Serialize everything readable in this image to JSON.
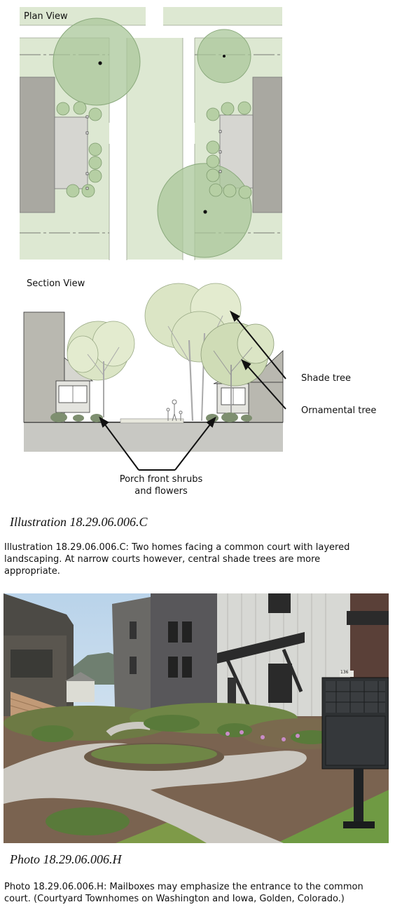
{
  "plan": {
    "title": "Plan View"
  },
  "section": {
    "title": "Section View",
    "labels": {
      "shade_tree": "Shade tree",
      "ornamental_tree": "Ornamental tree",
      "porch_line1": "Porch front shrubs",
      "porch_line2": "and flowers"
    }
  },
  "illustration": {
    "heading": "Illustration 18.29.06.006.C",
    "caption": "Illustration 18.29.06.006.C: Two homes facing a common court with layered landscaping. At narrow courts however, central shade trees are more appropriate."
  },
  "photo": {
    "mailbox_number": "136",
    "heading": "Photo 18.29.06.006.H",
    "caption": "Photo 18.29.06.006.H: Mailboxes may emphasize the entrance to the common court. (Courtyard Townhomes on Washington and Iowa, Golden, Colorado.)"
  },
  "colors": {
    "lawn": "#dde8d2",
    "canopy": "#a9c79a",
    "building": "#a9a8a1",
    "porch": "#d6d6d1"
  }
}
